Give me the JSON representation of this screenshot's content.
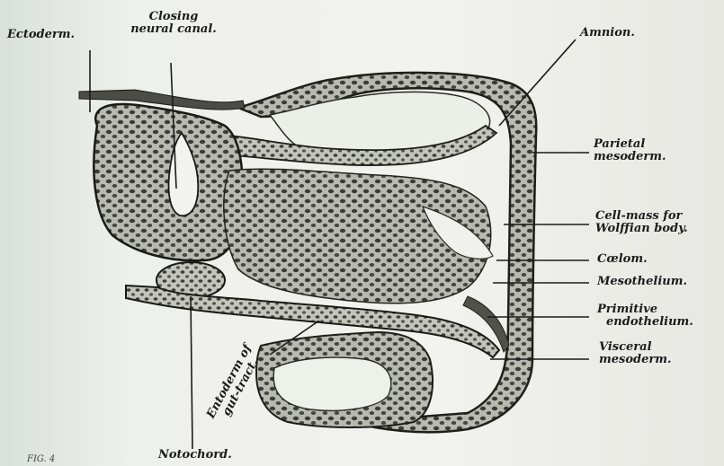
{
  "labels": {
    "ectoderm": "Ectoderm.",
    "closing_neural_canal": [
      "Closing",
      "neural canal."
    ],
    "amnion": "Amnion.",
    "parietal_mesoderm": [
      "Parietal",
      "mesoderm."
    ],
    "wolffian_body": [
      "Cell-mass for",
      "Wolffian body."
    ],
    "coelom": "Cœlom.",
    "mesothelium": "Mesothelium.",
    "primitive_endothelium": [
      "Primitive",
      "endothelium."
    ],
    "visceral_mesoderm": [
      "Visceral",
      "mesoderm."
    ],
    "entoderm_gut_tract": [
      "Entoderm of",
      "gut-tract."
    ],
    "notochord": "Notochord."
  },
  "caption": "FIG. 4"
}
